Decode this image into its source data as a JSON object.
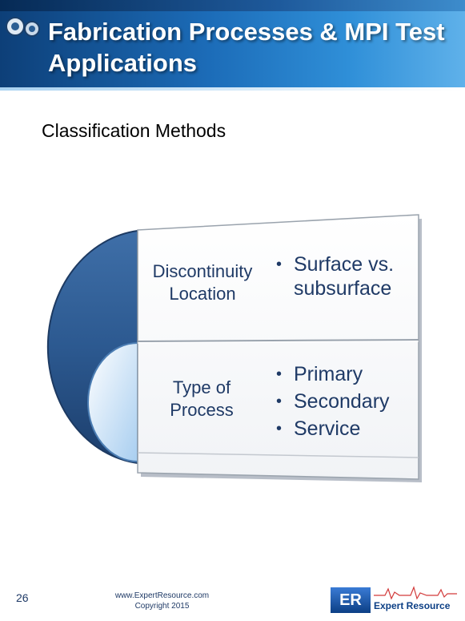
{
  "header": {
    "title": "Fabrication Processes & MPI Test Applications"
  },
  "content": {
    "subtitle": "Classification Methods"
  },
  "diagram": {
    "rows": [
      {
        "category_line1": "Discontinuity",
        "category_line2": "Location",
        "bullets": [
          "Surface vs.",
          "subsurface"
        ]
      },
      {
        "category_line1": "Type of",
        "category_line2": "Process",
        "bullets": [
          "Primary",
          "Secondary",
          "Service"
        ]
      }
    ]
  },
  "footer": {
    "page_number": "26",
    "website": "www.ExpertResource.com",
    "copyright": "Copyright 2015",
    "brand_abbr": "ER",
    "brand_name": "Expert Resource"
  }
}
